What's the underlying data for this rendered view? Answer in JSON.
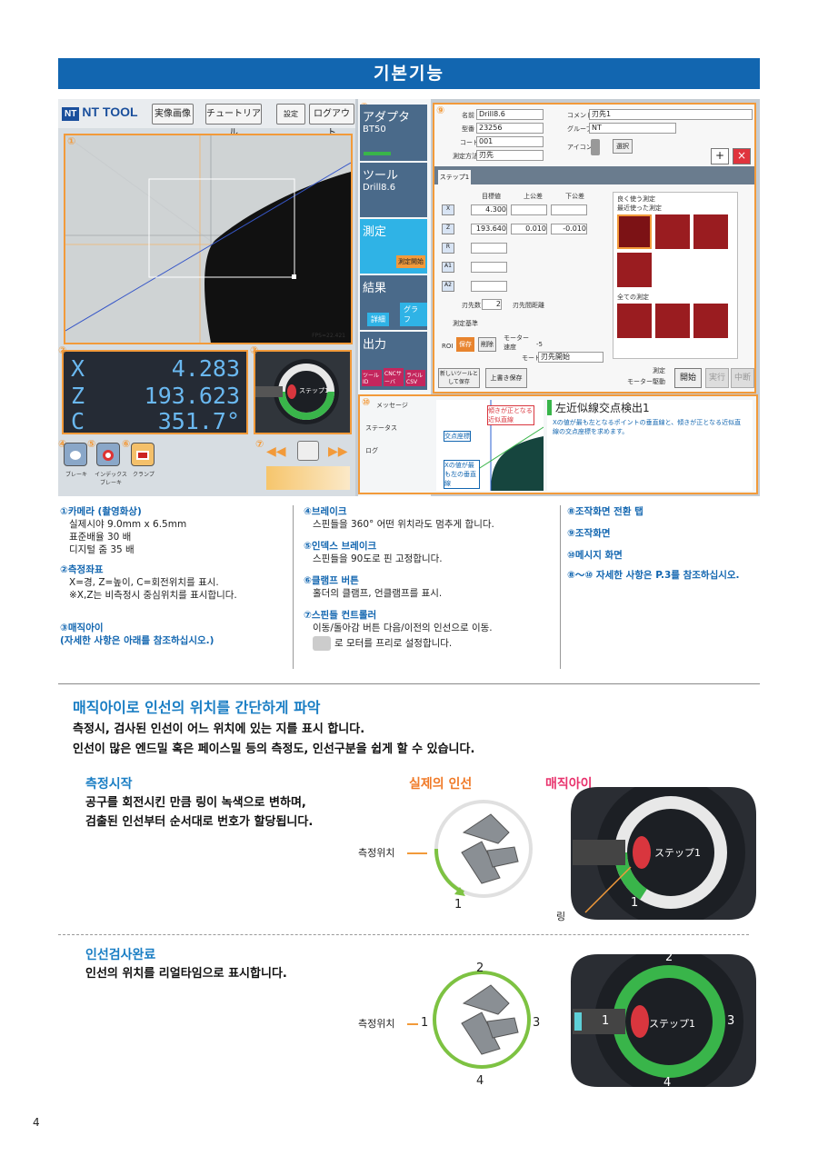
{
  "banner": "기본기능",
  "app": {
    "logo_mark": "NT",
    "logo_text": "NT TOOL",
    "btn_image": "実像画像",
    "btn_tutorial": "チュートリアル",
    "btn_settings": "設定",
    "btn_logout": "ログアウト",
    "fps": "FPS=22.421",
    "coords": [
      {
        "key": "X",
        "value": "4.283"
      },
      {
        "key": "Z",
        "value": "193.623"
      },
      {
        "key": "C",
        "value": "351.7°"
      }
    ],
    "magic_step": "ステップ1",
    "bottom_buttons": [
      "ブレーキ",
      "インデックスブレーキ",
      "クランプ"
    ],
    "markers": [
      "①",
      "②",
      "③",
      "④",
      "⑤",
      "⑥",
      "⑦",
      "⑧",
      "⑨",
      "⑩"
    ],
    "side_tabs": [
      {
        "title": "アダプタ",
        "value": "BT50"
      },
      {
        "title": "ツール",
        "value": "Drill8.6"
      },
      {
        "title": "測定",
        "value": "測定開始"
      },
      {
        "title": "結果",
        "value": ""
      },
      {
        "title": "出力",
        "value": ""
      }
    ],
    "result_buttons": [
      "詳細",
      "グラフ"
    ],
    "output_buttons": [
      "ツールID",
      "CNCサーバ",
      "ラベルCSV"
    ],
    "form": {
      "name_label": "名前",
      "name": "Drill8.6",
      "model_label": "型番",
      "model": "23256",
      "code_label": "コード",
      "code": "001",
      "method_label": "測定方法",
      "method": "刃先",
      "comment_label": "コメント",
      "comment": "刃先1",
      "group_label": "グループ",
      "group": "NT",
      "icon_label": "アイコン",
      "select_btn": "選択",
      "step_tab": "ステップ1",
      "col_headers": [
        "目標値",
        "上公差",
        "下公差"
      ],
      "axes": [
        "X",
        "Z",
        "R",
        "A1",
        "A2"
      ],
      "x_target": "4.300",
      "z_target": "193.640",
      "z_upper": "0.010",
      "z_lower": "-0.010",
      "blade_count_label": "刃先数",
      "blade_count": "2",
      "blade_dist_label": "刃先間距離",
      "ref_label": "測定基準",
      "roi_label": "ROI",
      "save_btn": "保存",
      "delete_btn": "削除",
      "motor_label": "モーター速度",
      "motor_value": "-5",
      "mode_label": "モード",
      "mode_value": "刃先開始",
      "list_often": "良く使う測定",
      "list_recent": "最近使った測定",
      "list_all": "全ての測定",
      "new_save_btn": "新しいツールとして保存",
      "overwrite_btn": "上書き保存",
      "measure_label": "測定",
      "motor_drive": "モーター駆動",
      "start_btn": "開始",
      "exec_btn": "実行",
      "stop_btn": "中断"
    },
    "messages": {
      "tabs": [
        "メッセージ",
        "ステータス",
        "ログ"
      ],
      "title": "左近似線交点検出1",
      "desc": "Xの値が最も左となるポイントの垂直線と、傾きが正となる近似直線の交点座標を求めます。",
      "diagram_labels": [
        "傾きが正となる近似直線",
        "交点座標",
        "Xの値が最も左の垂直線"
      ]
    }
  },
  "captions": {
    "col1": [
      {
        "head": "①카메라 (촬영화상)",
        "lines": [
          "실제시야 9.0mm x 6.5mm",
          "표준배율 30 배",
          "디지털 줌 35 배"
        ]
      },
      {
        "head": "②측정좌표",
        "lines": [
          "X=경, Z=높이, C=회전위치를 표시.",
          "※X,Z는 비측정시 중심위치를 표시합니다."
        ]
      },
      {
        "head": "③매직아이",
        "lines": [
          "(자세한 사항은 아래를 참조하십시오.)"
        ]
      }
    ],
    "col2": [
      {
        "head": "④브레이크",
        "lines": [
          "스핀들을 360° 어떤 위치라도 멈추게 합니다."
        ]
      },
      {
        "head": "⑤인덱스 브레이크",
        "lines": [
          "스핀들을 90도로 핀 고정합니다."
        ]
      },
      {
        "head": "⑥클램프 버튼",
        "lines": [
          "홀더의 클램프, 언클램프를 표시."
        ]
      },
      {
        "head": "⑦스핀들 컨트롤러",
        "lines": [
          "이동/돌아감 버튼 다음/이전의 인선으로 이동.",
          "로 모터를 프리로 설정합니다."
        ]
      }
    ],
    "col3": [
      "⑧조작화면 전환 탭",
      "⑨조작화면",
      "⑩메시지 화면",
      "⑧～⑩ 자세한 사항은 P.3를 참조하십시오."
    ]
  },
  "section": {
    "title": "매직아이로 인선의 위치를 간단하게 파악",
    "line1": "측정시, 검사된 인선이 어느 위치에 있는 지를 표시 합니다.",
    "line2": "인선이 많은 엔드밀 혹은 페이스밀 등의 측정도, 인선구분을 쉽게 할 수 있습니다."
  },
  "start": {
    "heading": "측정시작",
    "line1": "공구를 회전시킨 만큼 링이 녹색으로 변하며,",
    "line2": "검출된 인선부터 순서대로 번호가 할당됩니다.",
    "label_actual": "실제의 인선",
    "label_magic": "매직아이",
    "measure_pos": "측정위치",
    "ring": "링",
    "n1": "1",
    "step": "ステップ1"
  },
  "done": {
    "heading": "인선검사완료",
    "line1": "인선의 위치를 리얼타임으로 표시합니다.",
    "measure_pos": "측정위치",
    "nums": [
      "1",
      "2",
      "3",
      "4"
    ],
    "step": "ステップ1"
  },
  "page_number": "4"
}
